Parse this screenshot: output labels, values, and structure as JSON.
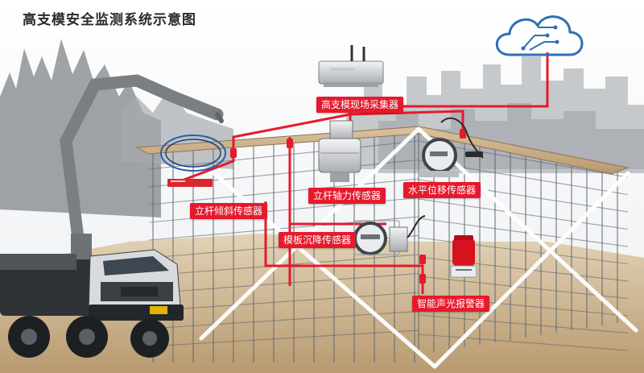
{
  "title": "高支模安全监测系统示意图",
  "colors": {
    "accent": "#e51a2c",
    "cloud": "#2f6fb6",
    "frame": "#5e6670",
    "ground": "#c8b08c",
    "sky": "#e9ecef"
  },
  "labels": {
    "collector": "高支模现场采集器",
    "tilt": "立杆倾斜传感器",
    "axial": "立杆轴力传感器",
    "horizontal": "水平位移传感器",
    "settlement": "模板沉降传感器",
    "alarm": "智能声光报警器"
  },
  "icons": [
    "cloud-circuit-icon"
  ]
}
